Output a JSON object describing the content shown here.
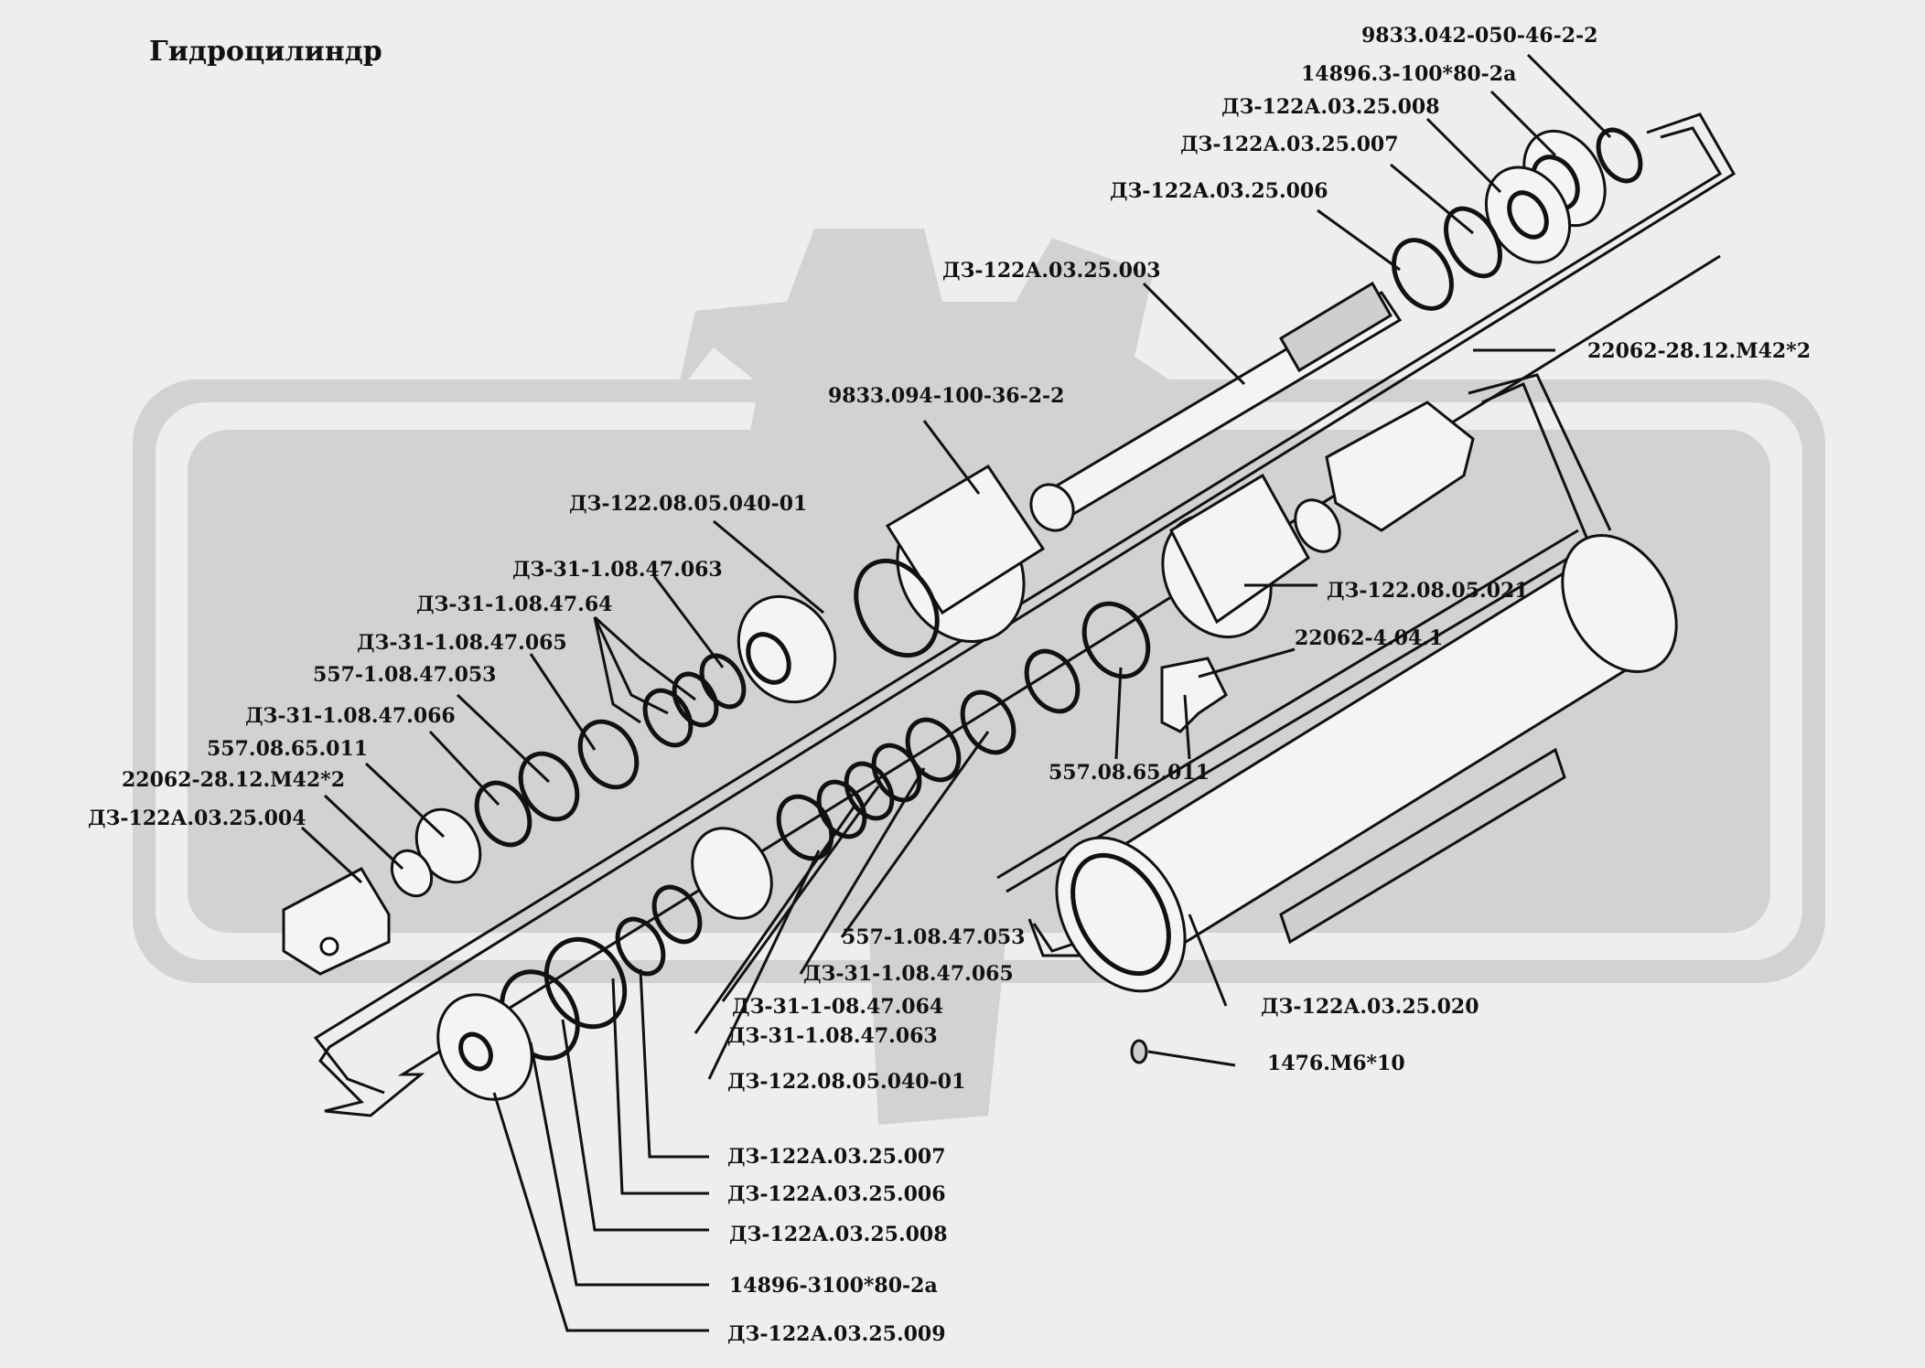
{
  "title": "Гидроцилиндр",
  "labels": [
    {
      "id": "l1",
      "text": "9833.042-050-46-2-2"
    },
    {
      "id": "l2",
      "text": "14896.3-100*80-2а"
    },
    {
      "id": "l3",
      "text": "ДЗ-122А.03.25.008"
    },
    {
      "id": "l4",
      "text": "ДЗ-122А.03.25.007"
    },
    {
      "id": "l5",
      "text": "ДЗ-122А.03.25.006"
    },
    {
      "id": "l6",
      "text": "ДЗ-122А.03.25.003"
    },
    {
      "id": "l7",
      "text": "22062-28.12.М42*2"
    },
    {
      "id": "l8",
      "text": "9833.094-100-36-2-2"
    },
    {
      "id": "l9",
      "text": "ДЗ-122.08.05.040-01"
    },
    {
      "id": "l10",
      "text": "ДЗ-31-1.08.47.063"
    },
    {
      "id": "l11",
      "text": "ДЗ-31-1.08.47.64"
    },
    {
      "id": "l12",
      "text": "ДЗ-31-1.08.47.065"
    },
    {
      "id": "l13",
      "text": "557-1.08.47.053"
    },
    {
      "id": "l14",
      "text": "ДЗ-31-1.08.47.066"
    },
    {
      "id": "l15",
      "text": "557.08.65.011"
    },
    {
      "id": "l16",
      "text": "22062-28.12.М42*2"
    },
    {
      "id": "l17",
      "text": "ДЗ-122А.03.25.004"
    },
    {
      "id": "l18",
      "text": "ДЗ-122.08.05.021"
    },
    {
      "id": "l19",
      "text": "22062-4.04.1"
    },
    {
      "id": "l20",
      "text": "557.08.65.011"
    },
    {
      "id": "l21",
      "text": "557-1.08.47.053"
    },
    {
      "id": "l22",
      "text": "ДЗ-31-1.08.47.065"
    },
    {
      "id": "l23",
      "text": "ДЗ-31-1-08.47.064"
    },
    {
      "id": "l24",
      "text": "ДЗ-31-1.08.47.063"
    },
    {
      "id": "l25",
      "text": "ДЗ-122.08.05.040-01"
    },
    {
      "id": "l26",
      "text": "ДЗ-122А.03.25.020"
    },
    {
      "id": "l27",
      "text": "1476.М6*10"
    },
    {
      "id": "l28",
      "text": "ДЗ-122А.03.25.007"
    },
    {
      "id": "l29",
      "text": "ДЗ-122А.03.25.006"
    },
    {
      "id": "l30",
      "text": "ДЗ-122А.03.25.008"
    },
    {
      "id": "l31",
      "text": "14896-3100*80-2а"
    },
    {
      "id": "l32",
      "text": "ДЗ-122А.03.25.009"
    }
  ]
}
